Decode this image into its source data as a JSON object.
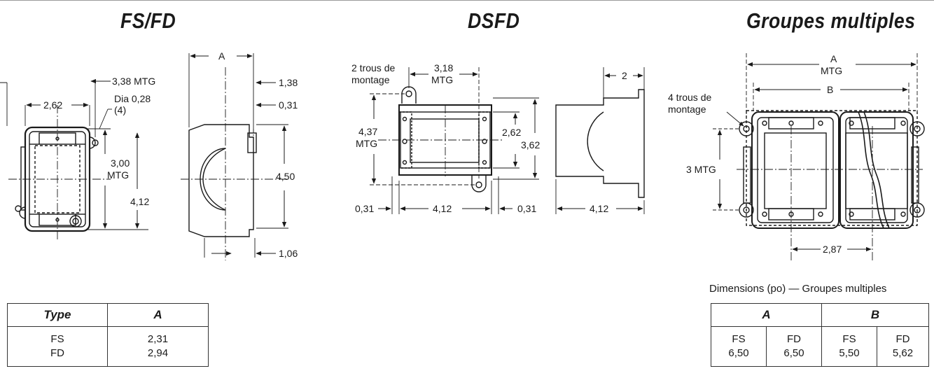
{
  "titles": {
    "left": "FS/FD",
    "middle": "DSFD",
    "right": "Groupes multiples"
  },
  "fsfd_labels": {
    "mtg_338": "3,38 MTG",
    "dia_028": "Dia 0,28",
    "dia_count": "(4)",
    "w_262": "2,62",
    "mtg_300_a": "3,00",
    "mtg_300_b": "MTG",
    "h_412": "4,12",
    "a": "A",
    "d_138": "1,38",
    "d_031": "0,31",
    "d_450": "4,50",
    "d_106": "1,06"
  },
  "dsfd_labels": {
    "holes_a": "2 trous de",
    "holes_b": "montage",
    "mtg_318_a": "3,18",
    "mtg_318_b": "MTG",
    "mtg_437_a": "4,37",
    "mtg_437_b": "MTG",
    "d_262": "2,62",
    "d_362": "3,62",
    "d_031_left": "0,31",
    "d_412": "4,12",
    "d_031_right": "0,31",
    "side_2": "2",
    "side_412": "4,12"
  },
  "multi_labels": {
    "a": "A",
    "a_mtg": "MTG",
    "b": "B",
    "holes_a": "4 trous de",
    "holes_b": "montage",
    "mtg_3": "3 MTG",
    "d_287": "2,87"
  },
  "type_table": {
    "headers": [
      "Type",
      "A"
    ],
    "types": [
      "FS",
      "FD"
    ],
    "values": [
      "2,31",
      "2,94"
    ]
  },
  "multi_table": {
    "caption": "Dimensions (po) — Groupes multiples",
    "headers": [
      "A",
      "B"
    ],
    "cols": [
      {
        "type": "FS",
        "value": "6,50"
      },
      {
        "type": "FD",
        "value": "6,50"
      },
      {
        "type": "FS",
        "value": "5,50"
      },
      {
        "type": "FD",
        "value": "5,62"
      }
    ]
  }
}
